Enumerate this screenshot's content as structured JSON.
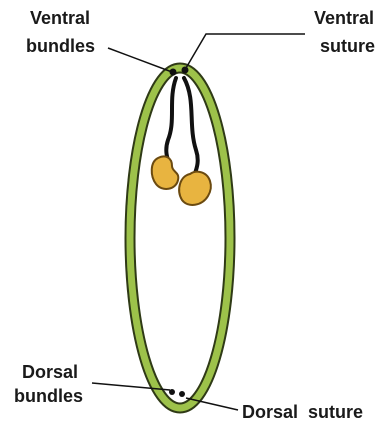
{
  "labels": {
    "ventral_bundles_line1": "Ventral",
    "ventral_bundles_line2": "bundles",
    "ventral_suture_line1": "Ventral",
    "ventral_suture_line2": "suture",
    "dorsal_bundles_line1": "Dorsal",
    "dorsal_bundles_line2": "bundles",
    "dorsal_suture": "Dorsal  suture"
  },
  "colors": {
    "wall_outer": "#2f3a16",
    "wall_fill": "#9dc24a",
    "ovule_fill": "#e8b440",
    "ovule_edge": "#6b4a10",
    "stalk": "#111111",
    "leader": "#111111"
  }
}
